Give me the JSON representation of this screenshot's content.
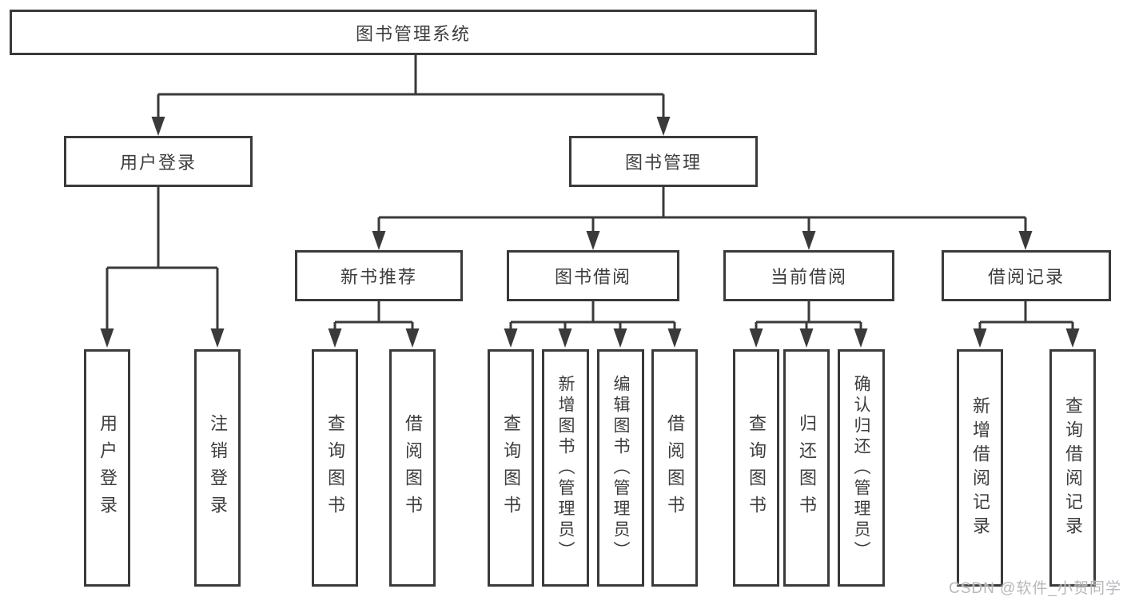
{
  "diagram": {
    "root": "图书管理系统",
    "level2": {
      "user_login": "用户登录",
      "book_management": "图书管理"
    },
    "level3": {
      "new_book_recommend": "新书推荐",
      "book_borrowing": "图书借阅",
      "current_borrowing": "当前借阅",
      "borrowing_records": "借阅记录"
    },
    "leaves": {
      "user_login": "用户登录",
      "logout": "注销登录",
      "nbr_query_book": "查询图书",
      "nbr_borrow_book": "借阅图书",
      "bb_query_book": "查询图书",
      "bb_add_book_admin": "新增图书（管理员）",
      "bb_edit_book_admin": "编辑图书（管理员）",
      "bb_borrow_book": "借阅图书",
      "cb_query_book": "查询图书",
      "cb_return_book": "归还图书",
      "cb_confirm_return_admin": "确认归还（管理员）",
      "br_add_record": "新增借阅记录",
      "br_query_record": "查询借阅记录"
    },
    "watermark": "CSDN @软件_小贺同学"
  },
  "colors": {
    "line": "#3a3a3a",
    "text": "#3d3d3d",
    "box_background": "#ffffff",
    "watermark": "#b4b4b9"
  }
}
